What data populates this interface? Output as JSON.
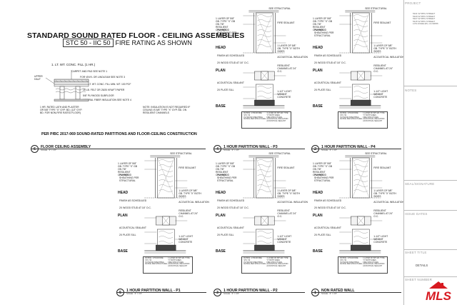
{
  "sheet": {
    "title": "STANDARD SOUND RATED FLOOR - CEILING ASSEMBLIES",
    "rating_box": "STC 50 - IIC 50",
    "rating_suffix": "FIRE RATING AS SHOWN",
    "per_note": "PER P/BC 2017-069 SOUND-RATED PARTITIONS AND FLOOR-CEILING CONSTRUCTION"
  },
  "floor_assembly": {
    "label_top": "1. LT. WT. CONC. FILL (1 HR.)",
    "upper_half": "UPPER HALF",
    "carpet": "CARPET AND PAD SEE NOTE 1",
    "vinyl": "FOR VINYL OR LINOLEUM SEE NOTE 3",
    "conc_fill": "1 1/2\" LT. WT. CONC. FILL MIN. WT. 100 PCF",
    "felt": "15 LB. FELT OR 25/20 KRAFT PAPER",
    "plywood": "5/8\" PLYWOOD SUBFLOOR",
    "mineral": "MINERAL FIBER INSULATION SEE NOTE 4",
    "lath": "1 HR. RATED LATH AND PLASTER OR 5/8\" TYPE \"X\" GYP. BD. (1/2\" GYP. BD. FOR NON-FIRE RATED FLOOR)",
    "note": "NOTE: INSULATION IS NOT REQUIRED IF CEILING IS 5/8\" TYPE \"X\" GYP. BD. ON RESILIENT CHANNELS"
  },
  "details": [
    {
      "num": "6",
      "title": "FLOOR CEILING ASSEMBLY",
      "scale": "SCALE : 3\" = 1'0\""
    },
    {
      "num": "4",
      "title": "1 HOUR PARTITION WALL - P3",
      "scale": "SCALE : 3\" = 1'0\""
    },
    {
      "num": "2",
      "title": "1 HOUR PARTITION WALL - P4",
      "scale": "SCALE : 3\" = 1'0\""
    },
    {
      "num": "5",
      "title": "1 HOUR PARTITION WALL - P1",
      "scale": "SCALE : 3\" = 1'0\""
    },
    {
      "num": "3",
      "title": "1 HOUR PARTITION WALL - P2",
      "scale": "SCALE : 3\" = 1'0\""
    },
    {
      "num": "1",
      "title": "NON RATED WALL",
      "scale": "SCALE : 3\" = 1'0\""
    }
  ],
  "wall_labels": {
    "head": "HEAD",
    "plan": "PLAN",
    "base": "BASE",
    "structural": "SEE STRUCTURAL",
    "fire_sealant": "FIRE SEALANT",
    "gyp_left": "1 LAYER OF 5/8\" GB. TYPE \"X\" GB ON 7/8\" RESILIENT CHANNEL",
    "gyp_right": "1 LAYER OF 5/8\" GB. TYPE \"X\" BOTH SIDES",
    "finish": "FINISH AS SCHEDULED",
    "plywood_sheathing": "PLYWOOD SHEATHING PER STRUCTURAL",
    "acoustical": "ACOUSTICAL INSULATION",
    "wood_studs": "2X WOOD STUD AT 16\" O.C.",
    "resilient": "RESILIENT CHANNEL AT 24\" O.C.",
    "sealant": "ACOUSTICAL SEALANT",
    "flush_wood": "1-1/2\" LIGHT WEIGHT CONCRETE",
    "pl_sill": "2X PLATE SILL",
    "rated": "RATING: 1 HOUR FIRE",
    "stc": "STC: 50",
    "note_a": "1 LAYER OF 5/8\" GB. TYPE \"X\" BOTH SIDES",
    "note_b": "FIRE STRUCTURAL",
    "note_c": "PLYWOOD SHEATHING",
    "note_d": "RATING PER STRUCTURAL"
  },
  "title_block": {
    "project": "PROJECT",
    "address": [
      "5341 W 58TH STREET",
      "5329 W 58TH STREET",
      "5327 W 58TH STREET",
      "5315 W 58TH STREET",
      "LOS ANGELES, CA 90056"
    ],
    "notes": "NOTES",
    "seal": "SEAL/SIGNATURE",
    "issue": "ISSUE DATES",
    "sheet_title": "SHEET TITLE",
    "details": "DETAILS",
    "sheet_number": "SHEET NUMBER",
    "logo_text": "MLS"
  },
  "colors": {
    "line": "#333333",
    "light": "#bbbbbb",
    "hatch": "#555555",
    "logo_red": "#d71920"
  }
}
